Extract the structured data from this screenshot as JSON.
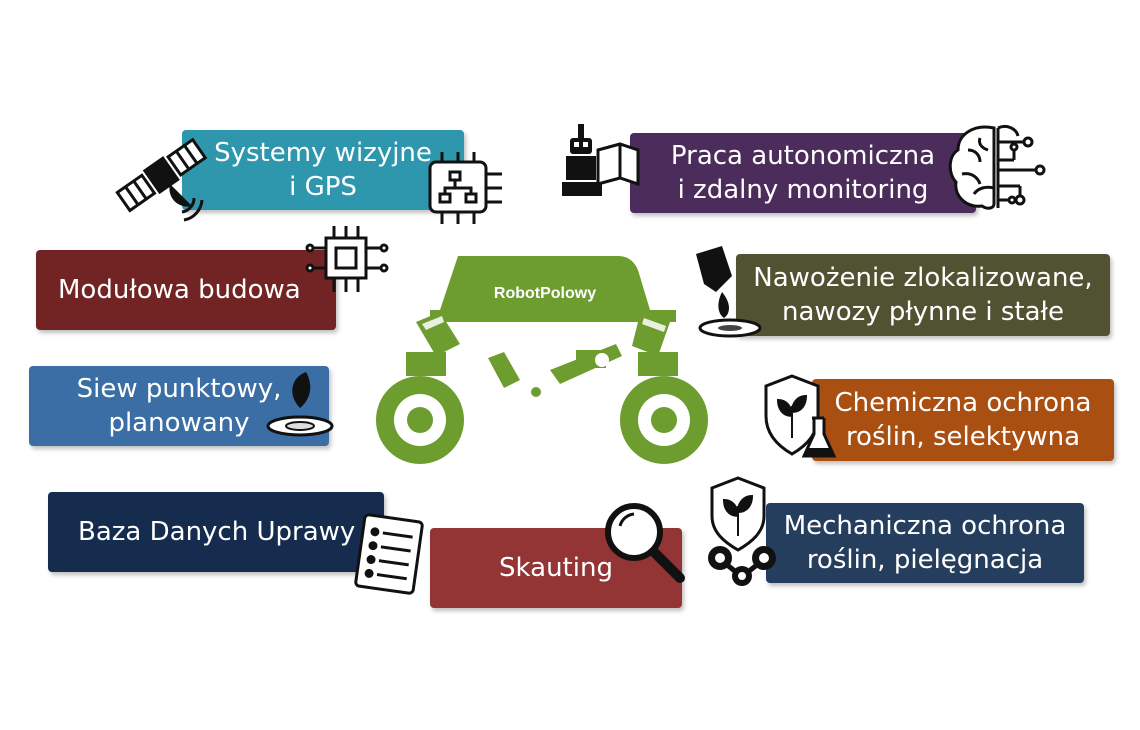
{
  "center": {
    "robot_label": "RobotPolowy"
  },
  "tiles": {
    "vision": "Systemy wizyjne\ni GPS",
    "modular": "Modułowa budowa",
    "seeding": "Siew punktowy,\nplanowany",
    "database": "Baza Danych Uprawy",
    "scouting": "Skauting",
    "autonomous": "Praca autonomiczna\ni zdalny monitoring",
    "fertilization": "Nawożenie zlokalizowane,\nnawozy płynne i stałe",
    "chemical": "Chemiczna ochrona\nroślin, selektywna",
    "mechanical": "Mechaniczna ochrona\nroślin, pielęgnacja"
  },
  "colors": {
    "robot_green": "#6e9d2f",
    "vision": "#2e97ad",
    "modular": "#722424",
    "seeding": "#3a6ea4",
    "database": "#152c4e",
    "scouting": "#933535",
    "autonomous": "#4c2c5a",
    "fertilization": "#515232",
    "chemical": "#a94f12",
    "mechanical": "#263e5e"
  },
  "icons": [
    "satellite-icon",
    "chip-icon",
    "processor-icon",
    "seed-icon",
    "checklist-icon",
    "magnifier-icon",
    "robot-reader-icon",
    "brain-icon",
    "liquid-drop-icon",
    "shield-flask-icon",
    "shield-gear-icon"
  ]
}
